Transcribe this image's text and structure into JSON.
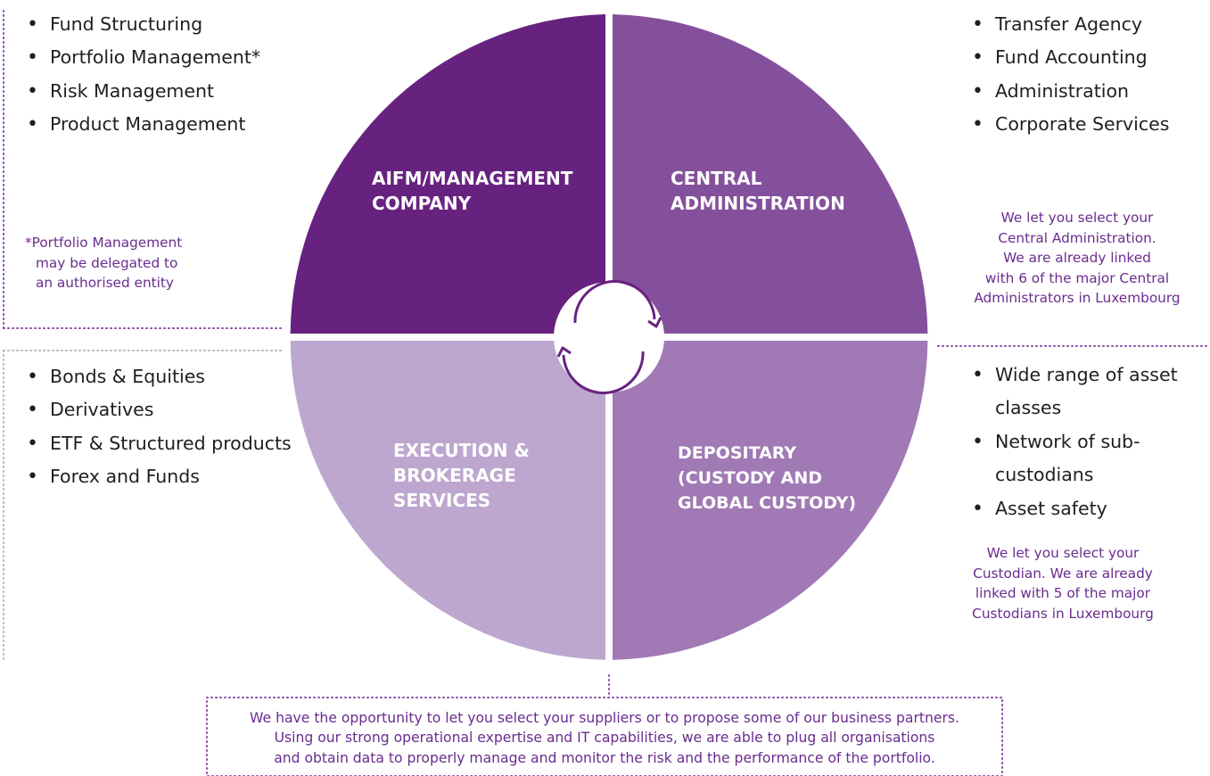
{
  "quadrants": {
    "top_left": {
      "title": [
        "AIFM/MANAGEMENT",
        "COMPANY"
      ],
      "color": "#67227f"
    },
    "top_right": {
      "title": [
        "CENTRAL",
        "ADMINISTRATION"
      ],
      "color": "#85509b"
    },
    "bottom_left": {
      "title": [
        "EXECUTION &",
        "BROKERAGE",
        "SERVICES"
      ],
      "color": "#bea7cf"
    },
    "bottom_right": {
      "title": [
        "DEPOSITARY",
        "(CUSTODY AND",
        "GLOBAL CUSTODY)"
      ],
      "color": "#a079b5"
    }
  },
  "lists": {
    "top_left": [
      "Fund Structuring",
      "Portfolio Management*",
      "Risk Management",
      "Product Management"
    ],
    "top_right": [
      "Transfer Agency",
      "Fund Accounting",
      "Administration",
      "Corporate Services"
    ],
    "bottom_left": [
      "Bonds & Equities",
      "Derivatives",
      "ETF & Structured products",
      "Forex and Funds"
    ],
    "bottom_right": [
      "Wide range of asset classes",
      "Network of sub-custodians",
      "Asset safety"
    ]
  },
  "notes": {
    "top_left": [
      "*Portfolio Management",
      "may be delegated to",
      "an authorised entity"
    ],
    "top_right": [
      "We let you select your",
      "Central Administration.",
      "We are already linked",
      "with 6 of the major Central",
      "Administrators in Luxembourg"
    ],
    "bottom_right": [
      "We let you select your",
      "Custodian. We are already",
      "linked with 5 of the major",
      "Custodians in Luxembourg"
    ],
    "bottom": [
      "We have the opportunity to let you select your suppliers or to propose some of our business partners.",
      "Using our strong operational expertise and IT capabilities, we are able to plug all organisations",
      "and obtain data to properly manage and monitor the risk and the performance of the portfolio."
    ]
  },
  "colors": {
    "accent": "#6a2c8e",
    "dotted": "#8b4aa3",
    "dotted_gray": "#b5b5c5"
  },
  "icons": {
    "center": "cycle-arrows-icon"
  }
}
